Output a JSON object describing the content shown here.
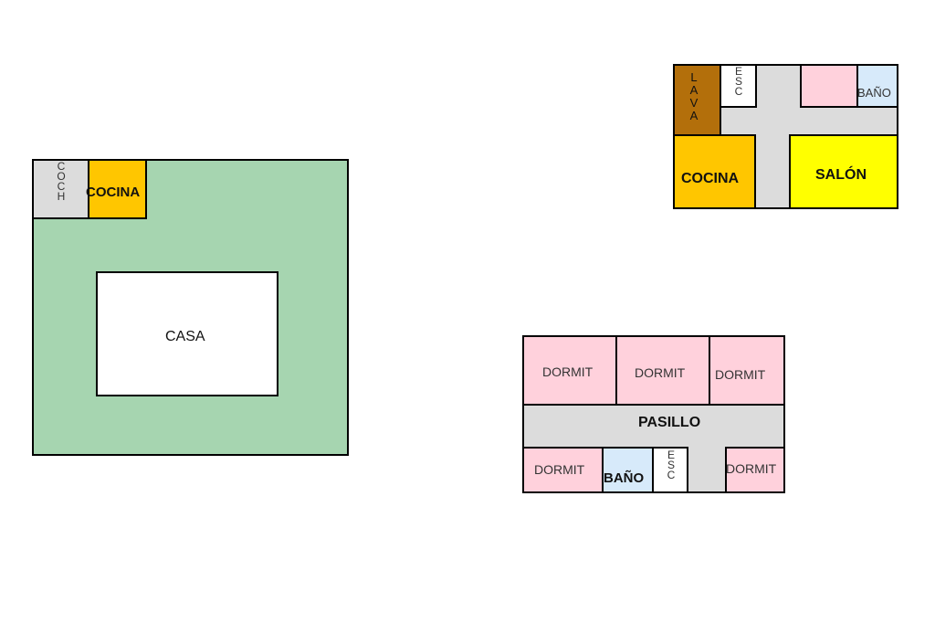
{
  "colors": {
    "garden": "#a6d5b0",
    "white": "#ffffff",
    "hall": "#dcdcdc",
    "kitchen": "#ffc600",
    "laundry": "#b36f0b",
    "living": "#ffff00",
    "bedroom": "#ffd1dc",
    "bath": "#d7eafa",
    "outline": "#000000"
  },
  "site_plan": {
    "garage_label": "COCH",
    "kitchen_label": "COCINA",
    "house_label": "CASA"
  },
  "ground_floor": {
    "laundry_label": "LAVA",
    "stairs_label": "ESC",
    "bath_label": "BAÑO",
    "kitchen_label": "COCINA",
    "living_label": "SALÓN"
  },
  "upper_floor": {
    "bedroom_label": "DORMIT",
    "hallway_label": "PASILLO",
    "bath_label": "BAÑO",
    "stairs_label": "ESC"
  }
}
